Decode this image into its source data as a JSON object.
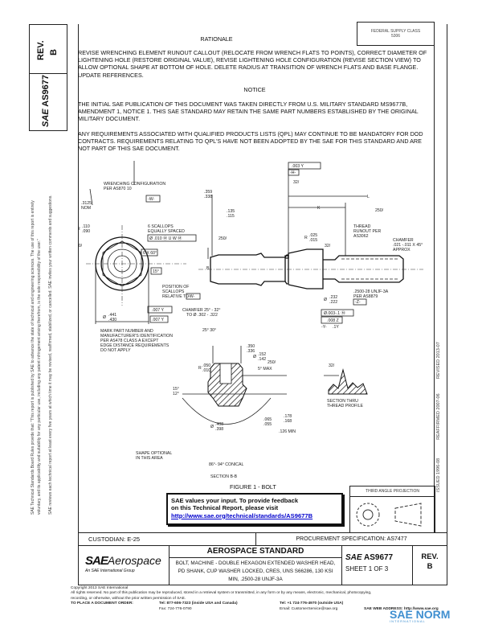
{
  "side": {
    "rev_label": "REV.",
    "rev_value": "B",
    "doc_number": "AS9677",
    "sae_logo": "SAE",
    "disclaimer": [
      "SAE Technical Standards Board Rules provide that: \"This report is published by SAE to advance the state of technical and engineering sciences. The use of this report is entirely",
      "voluntary, and its applicability and suitability for any particular use, including any patent infringement arising therefrom, is the sole responsibility of the user.\"",
      "SAE reviews each technical report at least every five years at which time it may be revised, reaffirmed, stabilized, or cancelled. SAE invites your written comments and suggestions."
    ],
    "history": [
      "ISSUED 1996-08",
      "REAFFIRMED 2007-06",
      "REVISED 2013-07"
    ]
  },
  "fsc": {
    "label": "FEDERAL SUPPLY CLASS",
    "value": "5306"
  },
  "rationale": {
    "title": "RATIONALE",
    "text": "REVISE WRENCHING ELEMENT RUNOUT CALLOUT (RELOCATE FROM WRENCH FLATS TO POINTS), CORRECT DIAMETER OF LIGHTENING HOLE (RESTORE ORIGINAL VALUE), REVISE LIGHTENING HOLE CONFIGURATION (REVISE SECTION VIEW) TO ALLOW OPTIONAL SHAPE AT BOTTOM OF HOLE. DELETE RADIUS AT TRANSITION OF WRENCH FLATS AND BASE FLANGE. UPDATE REFERENCES."
  },
  "notice": {
    "title": "NOTICE",
    "paragraphs": [
      "THE INITIAL SAE PUBLICATION OF THIS DOCUMENT WAS TAKEN DIRECTLY FROM U.S. MILITARY STANDARD MS9677B, AMENDMENT 1, NOTICE 1. THIS SAE STANDARD MAY RETAIN THE SAME PART NUMBERS ESTABLISHED BY THE ORIGINAL MILITARY DOCUMENT.",
      "ANY REQUIREMENTS ASSOCIATED WITH QUALIFIED PRODUCTS LISTS (QPL) MAY CONTINUE TO BE MANDATORY FOR DOD CONTRACTS. REQUIREMENTS RELATING TO QPL'S HAVE NOT BEEN ADOPTED BY THE SAE FOR THIS STANDARD AND ARE NOT PART OF THIS SAE DOCUMENT."
    ]
  },
  "drawing": {
    "wrenching": [
      "WRENCHING CONFIGURATION",
      "PER AS870 10"
    ],
    "nom": [
      ".3125",
      "NOM"
    ],
    "datum_w": "-W-",
    "r_hex": [
      "R",
      ".110",
      ".090"
    ],
    "scallops": [
      "6 SCALLOPS",
      "EQUALLY SPACED"
    ],
    "scallop_tol": "Ø .010 Ⓜ U W Ⓜ",
    "finish_250": "250/",
    "angle_6x60": "6 X 60°",
    "angle_15": "15°",
    "section_mark": "B",
    "position": [
      "POSITION OF",
      "SCALLOPS",
      "RELATIVE TO"
    ],
    "runout1": ".007 Y",
    "dia_head": [
      "Ø",
      ".441",
      ".430"
    ],
    "runout2": ".007 Y",
    "mark": [
      "MARK PART NUMBER AND",
      "MANUFACTURER'S IDENTIFICATION",
      "PER AS478 CLASS A EXCEPT",
      "EDGE DISTANCE REQUIREMENTS",
      "DO NOT APPLY"
    ],
    "perp": ".003 Y",
    "datum_h": "-H-",
    "finish_32": "32/",
    "head_len": [
      ".359",
      ".338"
    ],
    "L": "L",
    "K": "K",
    "flange": [
      ".135",
      ".115"
    ],
    "thread_runout": [
      "THREAD",
      "RUNOUT PER",
      "AS3062"
    ],
    "fillet": [
      "R",
      ".025",
      ".015"
    ],
    "finish_32b": "32/",
    "chamfer": [
      "CHAMFER",
      ".021 -.011 X 45°",
      "APPROX"
    ],
    "thread": [
      ".2500-28 UNJF-3A",
      "PER AS8879"
    ],
    "datum_z": "-Z-",
    "shank_dia": [
      "Ø",
      ".232",
      ".222"
    ],
    "chamfer_head": [
      "CHAMFER 25° - 32°",
      "TO Ø .302 - .322"
    ],
    "angle_head": "25° 30°",
    "fcf": [
      "Ø.003-.1 Ⓜ",
      ".008 Z",
      "-Y-",
      ".1Y"
    ],
    "sec_dim1": [
      ".350",
      ".336"
    ],
    "sec_dia": [
      "Ø",
      ".152",
      ".142"
    ],
    "sec_finish": "250/",
    "sec_angle": "5° MAX",
    "sec_r": [
      "R",
      ".050",
      ".010"
    ],
    "sec_angle2": [
      "15°",
      "12°"
    ],
    "sec_dims": [
      ".065",
      ".055",
      ".178",
      ".168",
      ".126 MIN"
    ],
    "sec_dia2": [
      "Ø",
      ".408",
      ".398"
    ],
    "shape_opt": [
      "SHAPE OPTIONAL",
      "IN THIS AREA"
    ],
    "conical": "86°- 94° CONICAL",
    "section_title": "SECTION B-B",
    "thread_sec": [
      "SECTION THRU",
      "THREAD PROFILE"
    ],
    "thread_finish": "32/",
    "figure_title": "FIGURE 1 - BOLT"
  },
  "feedback": {
    "line1": "SAE values your input. To provide feedback",
    "line2": "on this Technical Report, please visit",
    "link": "http://www.sae.org/technical/standards/AS9677B"
  },
  "projection": {
    "title": "THIRD ANGLE PROJECTION"
  },
  "title_block": {
    "custodian": "CUSTODIAN: E-25",
    "procurement": "PROCUREMENT SPECIFICATION: AS7477",
    "logo_sae": "SAE",
    "logo_aerospace": "Aerospace",
    "logo_tagline": "An SAE International Group",
    "heading": "AEROSPACE STANDARD",
    "description": "BOLT, MACHINE - DOUBLE HEXAGON EXTENDED WASHER HEAD, PD SHANK, CUP WASHER LOCKED, CRES, UNS S66286, 130 KSI MIN, .2500-28 UNJF-3A",
    "sae_mark": "SAE",
    "doc_number": "AS9677",
    "sheet": "SHEET 1 OF 3",
    "rev_label": "REV.",
    "rev_value": "B"
  },
  "footer": {
    "copyright": "Copyright 2013 SAE International",
    "rights": "All rights reserved. No part of this publication may be reproduced, stored in a retrieval system or transmitted, in any form or by any means, electronic, mechanical, photocopying,",
    "rights2": "recording, or otherwise, without the prior written permission of SAE.",
    "order": "TO PLACE A DOCUMENT ORDER:",
    "tel": "Tel: 877-606-7323 (inside USA and Canada)",
    "fax": "Fax: 724-776-0790",
    "tel2": "Tel: +1 724-776-4970 (outside USA)",
    "email": "Email: CustomerService@sae.org",
    "web": "SAE WEB ADDRESS: http://www.sae.org"
  },
  "watermark": {
    "text": "SAE NORM",
    "sub": "INTERNATIONAL"
  },
  "colors": {
    "link": "#0000cc",
    "watermark": "#3f8fd0"
  }
}
